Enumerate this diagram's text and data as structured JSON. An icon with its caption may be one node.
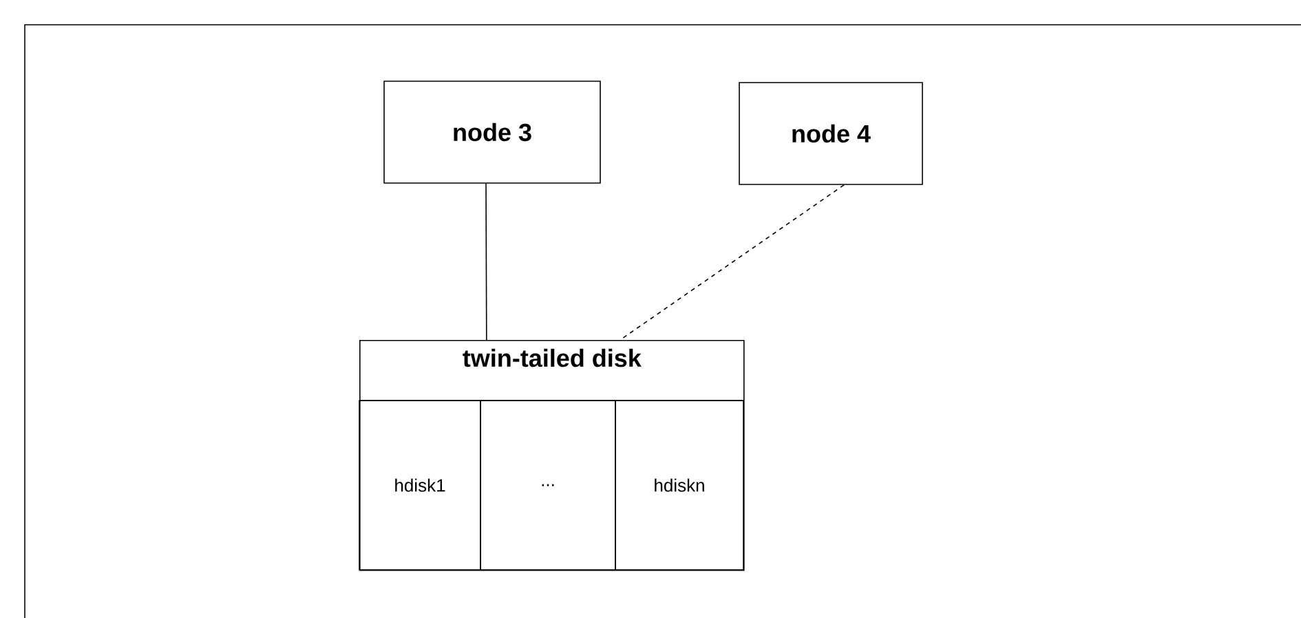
{
  "diagram": {
    "nodes": [
      {
        "text": [
          "node 3"
        ]
      },
      {
        "text": [
          "node 4"
        ]
      },
      {
        "text": [
          "twin-tailed disk"
        ]
      },
      {
        "text": [
          "hdisk1"
        ],
        "in": 2
      },
      {
        "text": [
          "..."
        ],
        "in": 2
      },
      {
        "text": [
          "hdiskn"
        ],
        "in": 2
      }
    ],
    "edges": [
      {
        "from": 0,
        "to": 2,
        "arrow": "none"
      },
      {
        "from": 1,
        "to": 2,
        "arrow": "none",
        "style": "dashed"
      }
    ]
  }
}
